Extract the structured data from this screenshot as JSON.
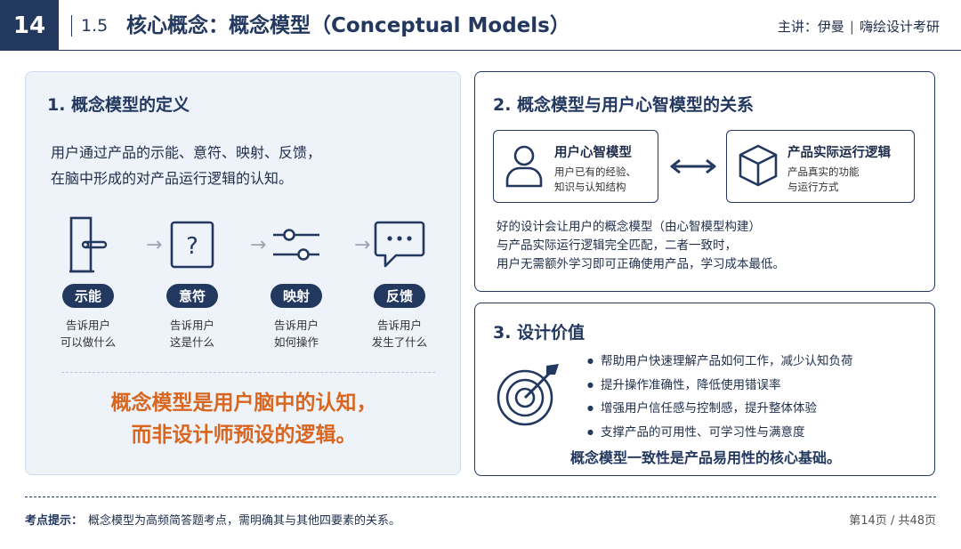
{
  "header": {
    "page_number": "14",
    "section_number": "1.5",
    "title": "核心概念：概念模型（Conceptual Models）",
    "presenter_label": "主讲：伊曼",
    "presenter_sep": "|",
    "brand": "嗨绘设计考研"
  },
  "panel1": {
    "title": "1. 概念模型的定义",
    "desc_line1": "用户通过产品的示能、意符、映射、反馈，",
    "desc_line2": "在脑中形成的对产品运行逻辑的认知。",
    "concepts": [
      {
        "label": "示能",
        "line1": "告诉用户",
        "line2": "可以做什么",
        "icon": "door-handle-icon"
      },
      {
        "label": "意符",
        "line1": "告诉用户",
        "line2": "这是什么",
        "icon": "question-mark-icon"
      },
      {
        "label": "映射",
        "line1": "告诉用户",
        "line2": "如何操作",
        "icon": "sliders-icon"
      },
      {
        "label": "反馈",
        "line1": "告诉用户",
        "line2": "发生了什么",
        "icon": "chat-bubble-icon"
      }
    ],
    "arrow": "→",
    "highlight_line1": "概念模型是用户脑中的认知，",
    "highlight_line2": "而非设计师预设的逻辑。"
  },
  "panel2": {
    "title": "2. 概念模型与用户心智模型的关系",
    "user_model": {
      "title": "用户心智模型",
      "line1": "用户已有的经验、",
      "line2": "知识与认知结构",
      "icon": "user-icon"
    },
    "real_model": {
      "title": "产品实际运行逻辑",
      "line1": "产品真实的功能",
      "line2": "与运行方式",
      "icon": "cube-icon"
    },
    "text_line1": "好的设计会让用户的概念模型（由心智模型构建）",
    "text_line2": "与产品实际运行逻辑完全匹配，二者一致时，",
    "text_line3": "用户无需额外学习即可正确使用产品，学习成本最低。"
  },
  "panel3": {
    "title": "3. 设计价值",
    "bullets": [
      "帮助用户快速理解产品如何工作，减少认知负荷",
      "提升操作准确性，降低使用错误率",
      "增强用户信任感与控制感，提升整体体验",
      "支撑产品的可用性、可学习性与满意度"
    ],
    "conclusion": "概念模型一致性是产品易用性的核心基础。"
  },
  "footer": {
    "label": "考点提示：",
    "text": "概念模型为高频简答题考点，需明确其与其他四要素的关系。",
    "page_info": "第14页 / 共48页"
  },
  "colors": {
    "primary": "#23385f",
    "accent": "#d9661f",
    "panel_bg": "#eef3fa"
  }
}
